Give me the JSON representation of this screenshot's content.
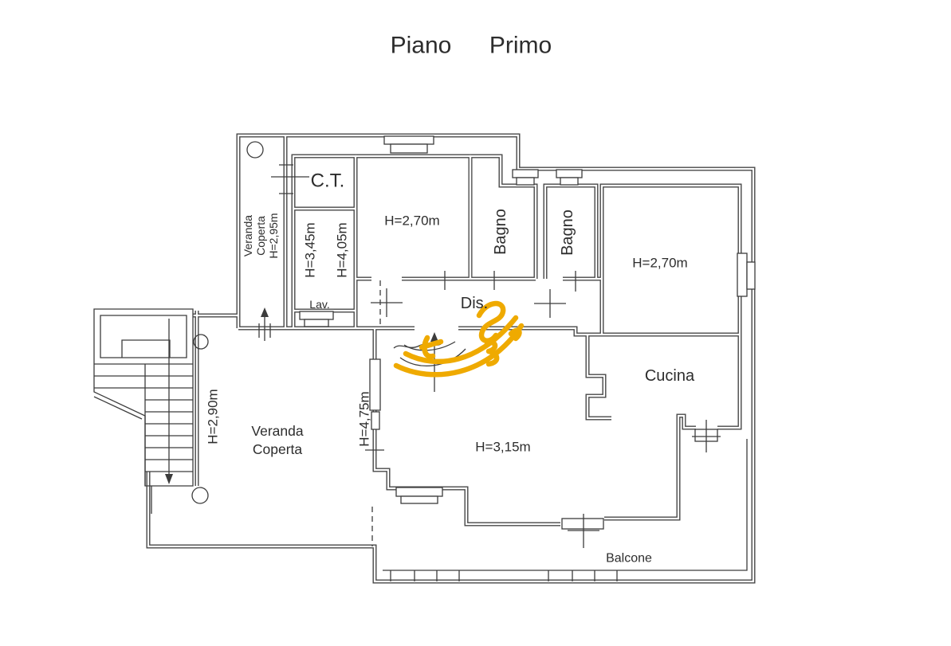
{
  "title": {
    "word_1": "Piano",
    "word_2": "Primo"
  },
  "labels": {
    "veranda_top_1": "Veranda",
    "veranda_top_2": "Coperta",
    "veranda_top_3": "H=2,95m",
    "ct": "C.T.",
    "bedroom_left_height": "H=2,70m",
    "bagno_1": "Bagno",
    "bagno_2": "Bagno",
    "bedroom_right_height": "H=2,70m",
    "lav_height_1": "H=3,45m",
    "lav_height_2": "H=4,05m",
    "lav": "Lav.",
    "dis": "Dis.",
    "cucina": "Cucina",
    "veranda_main_1": "Veranda",
    "veranda_main_2": "Coperta",
    "veranda_main_height": "H=2,90m",
    "living_height": "H=3,15m",
    "living_left_height": "H=4,75m",
    "balcone": "Balcone"
  },
  "colors": {
    "wall": "#474747",
    "thin": "#3c3c3c",
    "text": "#2d2d2d",
    "signature": "#efaa00",
    "background": "#ffffff"
  }
}
